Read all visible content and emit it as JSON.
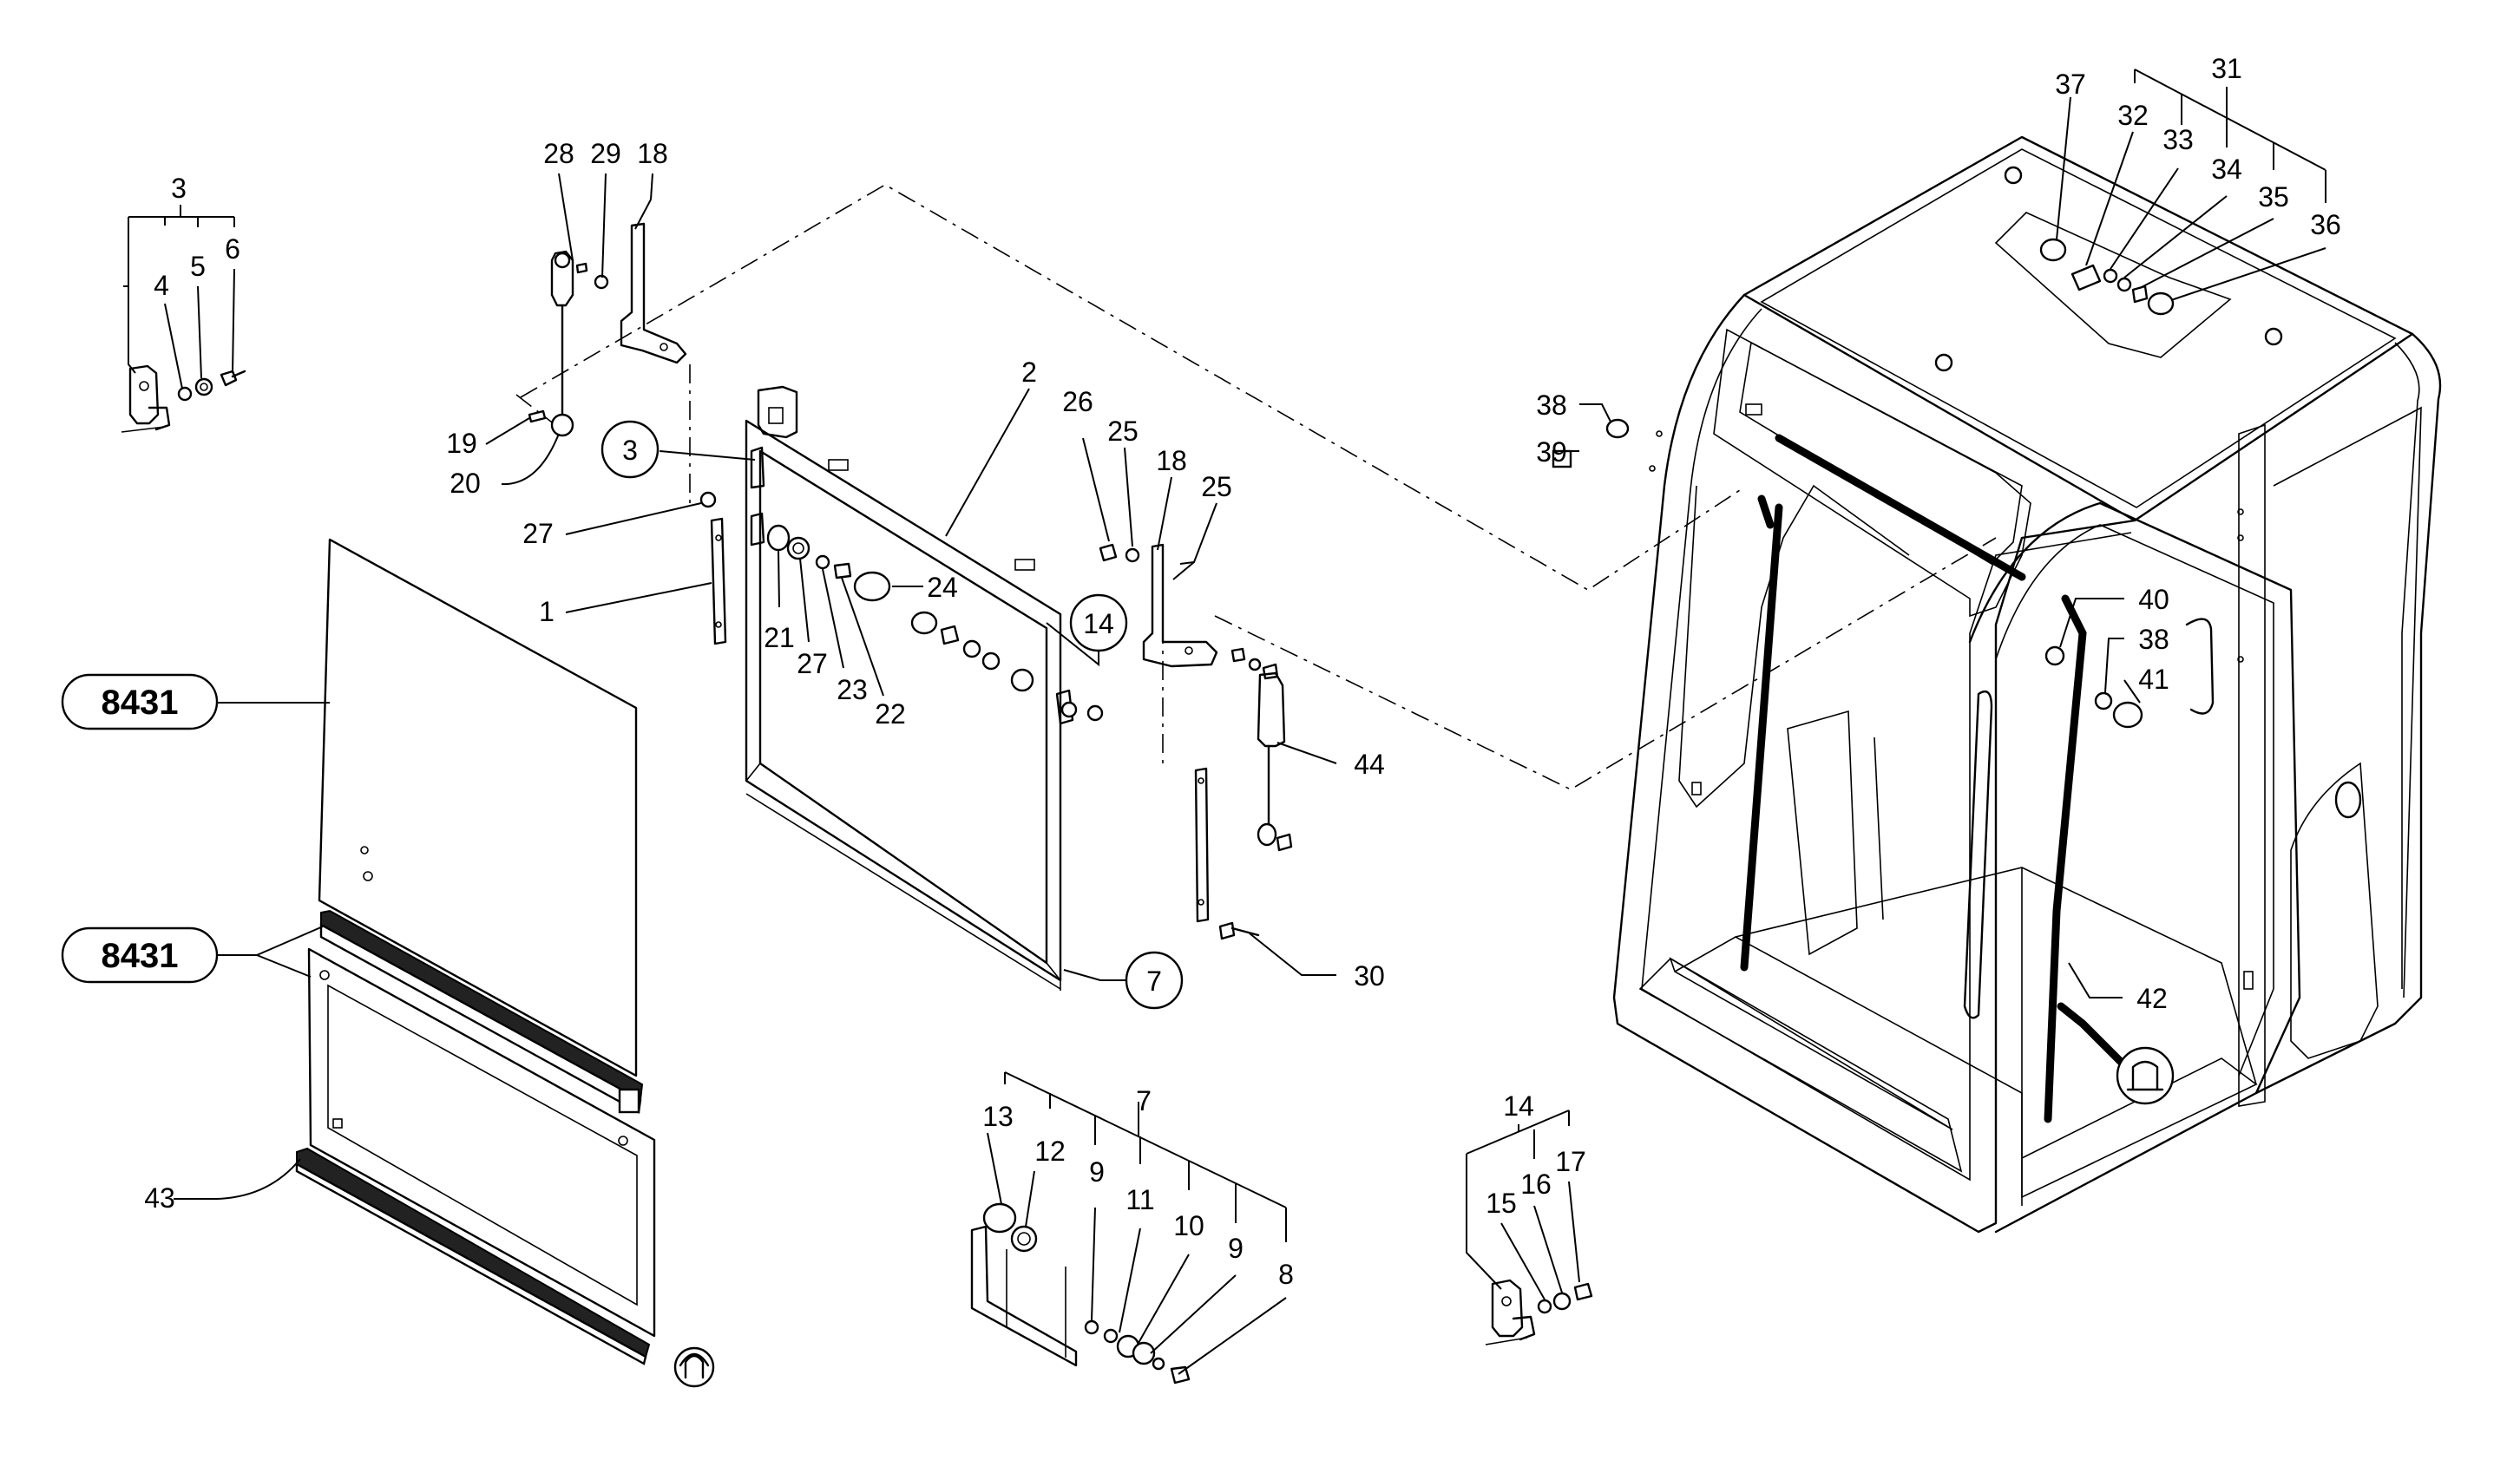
{
  "labels": {
    "p1": "1",
    "p2": "2",
    "p3": "3",
    "p4": "4",
    "p5": "5",
    "p6": "6",
    "p7": "7",
    "p8": "8",
    "p9a": "9",
    "p9b": "9",
    "p10": "10",
    "p11": "11",
    "p12": "12",
    "p13": "13",
    "p14": "14",
    "p15": "15",
    "p16": "16",
    "p17": "17",
    "p18a": "18",
    "p18b": "18",
    "p19": "19",
    "p20": "20",
    "p21": "21",
    "p22": "22",
    "p23": "23",
    "p24": "24",
    "p25a": "25",
    "p25b": "25",
    "p26": "26",
    "p27a": "27",
    "p27b": "27",
    "p28": "28",
    "p29": "29",
    "p30": "30",
    "p31": "31",
    "p32": "32",
    "p33": "33",
    "p34": "34",
    "p35": "35",
    "p36": "36",
    "p37": "37",
    "p38a": "38",
    "p38b": "38",
    "p39": "39",
    "p40": "40",
    "p41": "41",
    "p42": "42",
    "p43": "43",
    "p44": "44"
  },
  "circled_refs": {
    "c3": "3",
    "c14": "14",
    "c7": "7"
  },
  "group_refs": {
    "g1": "8431",
    "g2": "8431"
  },
  "colors": {
    "line": "#000000",
    "background": "#ffffff"
  }
}
